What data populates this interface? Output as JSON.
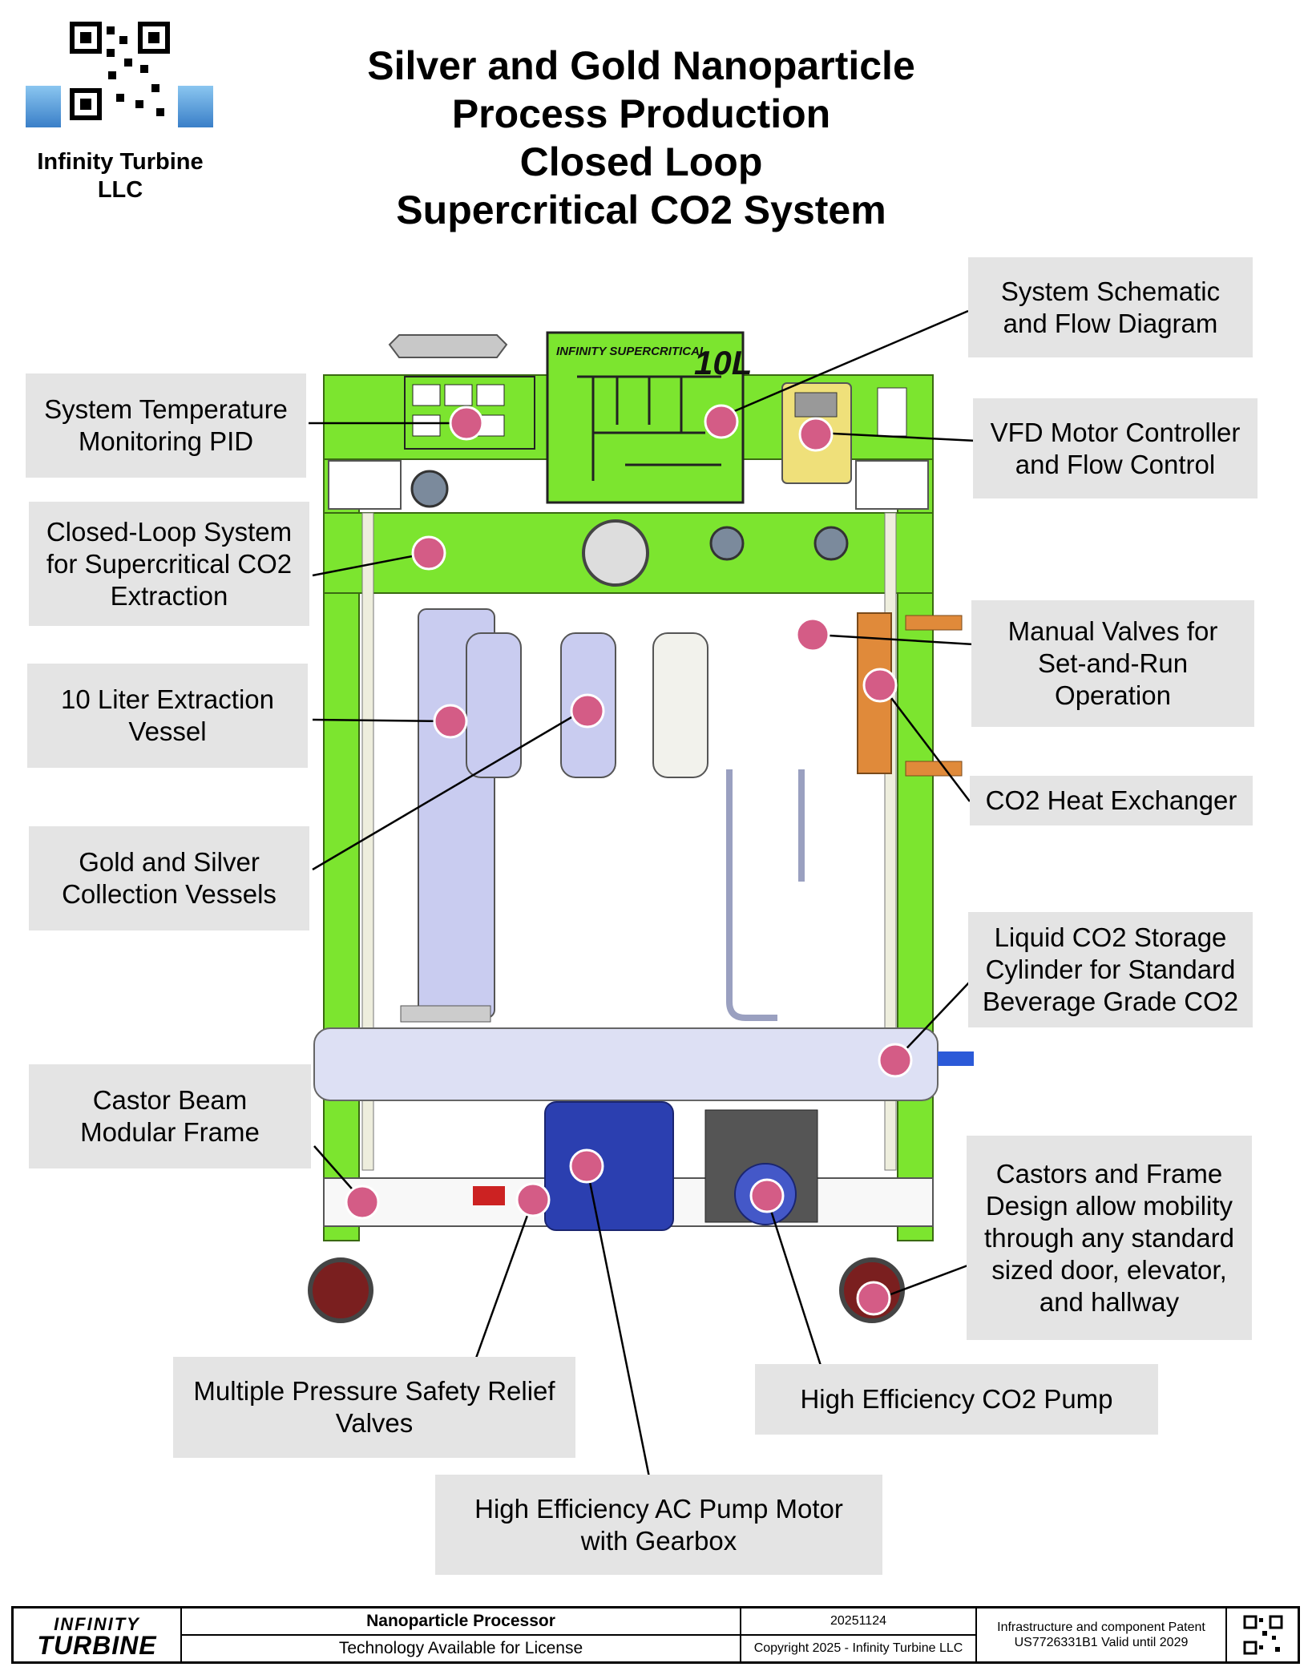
{
  "header": {
    "company": [
      "Infinity Turbine",
      "LLC"
    ],
    "title_lines": [
      "Silver and Gold Nanoparticle",
      "Process Production",
      "Closed Loop",
      "Supercritical CO2 System"
    ],
    "machine_badge": "INFINITY SUPERCRITICAL",
    "machine_size": "10L"
  },
  "callouts": [
    {
      "id": "schematic",
      "lines": [
        "System Schematic",
        "and Flow Diagram"
      ]
    },
    {
      "id": "temp-pid",
      "lines": [
        "System Temperature",
        "Monitoring PID"
      ]
    },
    {
      "id": "vfd",
      "lines": [
        "VFD Motor Controller",
        "and Flow Control"
      ]
    },
    {
      "id": "closed-loop",
      "lines": [
        "Closed-Loop System",
        "for Supercritical CO2",
        "Extraction"
      ]
    },
    {
      "id": "manual-valves",
      "lines": [
        "Manual Valves for",
        "Set-and-Run",
        "Operation"
      ]
    },
    {
      "id": "vessel",
      "lines": [
        "10 Liter Extraction",
        "Vessel"
      ]
    },
    {
      "id": "heat-exchanger",
      "lines": [
        "CO2 Heat Exchanger"
      ]
    },
    {
      "id": "collection",
      "lines": [
        "Gold and Silver",
        "Collection Vessels"
      ]
    },
    {
      "id": "storage",
      "lines": [
        "Liquid CO2 Storage",
        "Cylinder for Standard",
        "Beverage Grade CO2"
      ]
    },
    {
      "id": "castor-beam",
      "lines": [
        "Castor Beam",
        "Modular Frame"
      ]
    },
    {
      "id": "castors",
      "lines": [
        "Castors and Frame",
        "Design allow mobility",
        "through any standard",
        "sized door, elevator,",
        "and hallway"
      ]
    },
    {
      "id": "relief",
      "lines": [
        "Multiple Pressure Safety Relief",
        "Valves"
      ]
    },
    {
      "id": "pump",
      "lines": [
        "High Efficiency CO2 Pump"
      ]
    },
    {
      "id": "motor",
      "lines": [
        "High Efficiency AC Pump Motor",
        "with Gearbox"
      ]
    }
  ],
  "footer": {
    "brand": [
      "INFINITY",
      "TURBINE"
    ],
    "product_title": "Nanoparticle Processor",
    "license": "Technology Available for License",
    "date_code": "20251124",
    "copyright": "Copyright 2025 - Infinity Turbine LLC",
    "patent_lines": [
      "Infrastructure and component Patent",
      "US7726331B1 Valid until 2029"
    ]
  },
  "colors": {
    "frame_green": "#7ce52f",
    "marker": "#d45c86",
    "callout_bg": "#e4e4e4",
    "vessel_blue": "#c9ccf0",
    "motor_blue": "#2b3fb0",
    "heat_exchanger": "#e08a3a"
  }
}
